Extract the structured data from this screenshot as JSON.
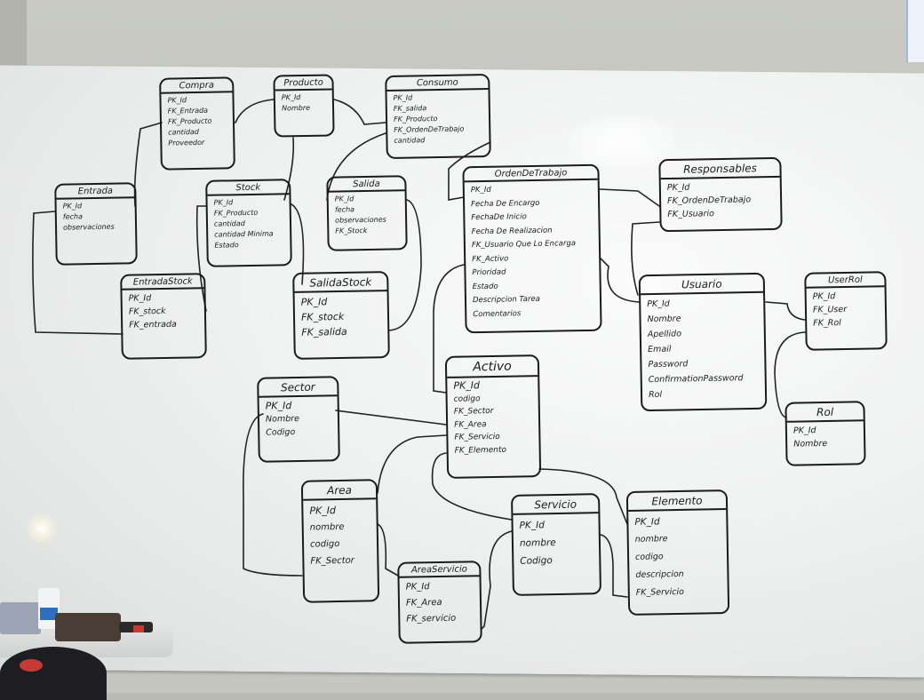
{
  "diagram": {
    "tables": [
      {
        "id": "compra",
        "title": "Compra",
        "fields": [
          "PK_Id",
          "FK_Entrada",
          "FK_Producto",
          "cantidad",
          "Proveedor"
        ]
      },
      {
        "id": "producto",
        "title": "Producto",
        "fields": [
          "PK_Id",
          "Nombre"
        ]
      },
      {
        "id": "consumo",
        "title": "Consumo",
        "fields": [
          "PK_Id",
          "FK_salida",
          "FK_Producto",
          "FK_OrdenDeTrabajo",
          "cantidad"
        ]
      },
      {
        "id": "entrada",
        "title": "Entrada",
        "fields": [
          "PK_Id",
          "fecha",
          "observaciones"
        ]
      },
      {
        "id": "stock",
        "title": "Stock",
        "fields": [
          "PK_Id",
          "FK_Producto",
          "cantidad",
          "cantidad Minima",
          "Estado"
        ]
      },
      {
        "id": "salida",
        "title": "Salida",
        "fields": [
          "PK_Id",
          "fecha",
          "observaciones",
          "FK_Stock"
        ]
      },
      {
        "id": "ordendetrabajo",
        "title": "OrdenDeTrabajo",
        "fields": [
          "PK_Id",
          "Fecha De Encargo",
          "FechaDe Inicio",
          "Fecha De Realizacion",
          "FK_Usuario Que Lo Encarga",
          "FK_Activo",
          "Prioridad",
          "Estado",
          "Descripcion Tarea",
          "Comentarios"
        ]
      },
      {
        "id": "responsables",
        "title": "Responsables",
        "fields": [
          "PK_Id",
          "FK_OrdenDeTrabajo",
          "FK_Usuario"
        ]
      },
      {
        "id": "entradastock",
        "title": "EntradaStock",
        "fields": [
          "PK_Id",
          "FK_stock",
          "FK_entrada"
        ]
      },
      {
        "id": "salidastock",
        "title": "SalidaStock",
        "fields": [
          "PK_Id",
          "FK_stock",
          "FK_salida"
        ]
      },
      {
        "id": "usuario",
        "title": "Usuario",
        "fields": [
          "PK_Id",
          "Nombre",
          "Apellido",
          "Email",
          "Password",
          "ConfirmationPassword",
          "Rol"
        ]
      },
      {
        "id": "userrol",
        "title": "UserRol",
        "fields": [
          "PK_Id",
          "FK_User",
          "FK_Rol"
        ]
      },
      {
        "id": "activo",
        "title": "Activo",
        "fields": [
          "PK_Id",
          "codigo",
          "FK_Sector",
          "FK_Area",
          "FK_Servicio",
          "FK_Elemento"
        ]
      },
      {
        "id": "sector",
        "title": "Sector",
        "fields": [
          "PK_Id",
          "Nombre",
          "Codigo"
        ]
      },
      {
        "id": "rol",
        "title": "Rol",
        "fields": [
          "PK_Id",
          "Nombre"
        ]
      },
      {
        "id": "area",
        "title": "Area",
        "fields": [
          "PK_Id",
          "nombre",
          "codigo",
          "FK_Sector"
        ]
      },
      {
        "id": "servicio",
        "title": "Servicio",
        "fields": [
          "PK_Id",
          "nombre",
          "Codigo"
        ]
      },
      {
        "id": "elemento",
        "title": "Elemento",
        "fields": [
          "PK_Id",
          "nombre",
          "codigo",
          "descripcion",
          "FK_Servicio"
        ]
      },
      {
        "id": "areaservicio",
        "title": "AreaServicio",
        "fields": [
          "PK_Id",
          "FK_Area",
          "FK_servicio"
        ]
      }
    ]
  }
}
